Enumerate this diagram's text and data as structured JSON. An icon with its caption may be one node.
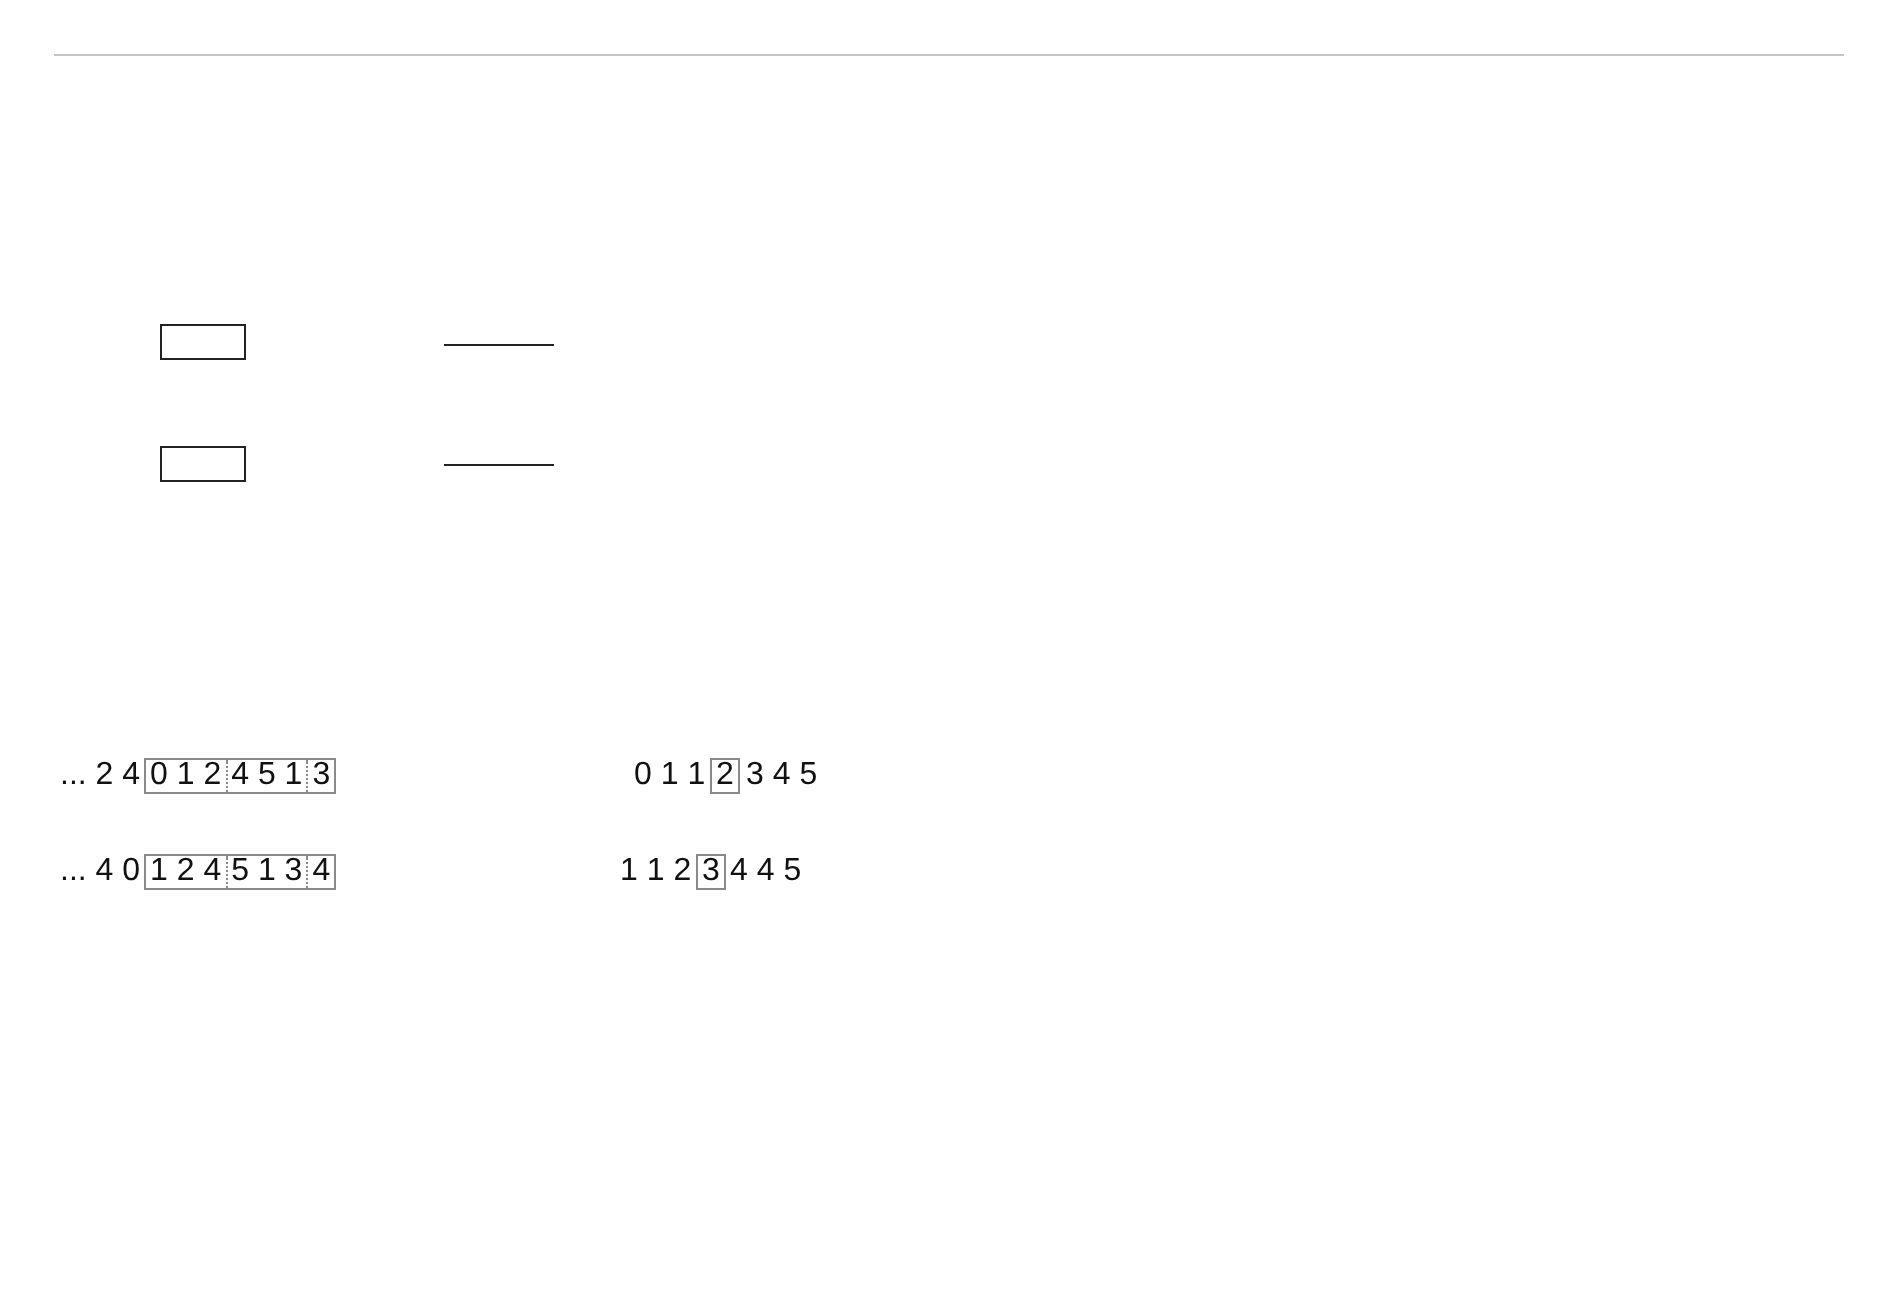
{
  "diagram": {
    "nodes": [
      {
        "text": [],
        "shape": "box"
      },
      {
        "text": [],
        "shape": "box"
      },
      {
        "text": [
          "0 1 2",
          "4 5 1",
          "3"
        ]
      },
      {
        "text": [
          "2"
        ]
      },
      {
        "text": [
          "1 2 4",
          "5 1 3",
          "4"
        ]
      },
      {
        "text": [
          "3"
        ]
      }
    ],
    "labels": [
      "... 2 4",
      "0 1 1",
      "3 4 5",
      "... 4 0",
      "1 1 2",
      "4 4 5"
    ]
  }
}
